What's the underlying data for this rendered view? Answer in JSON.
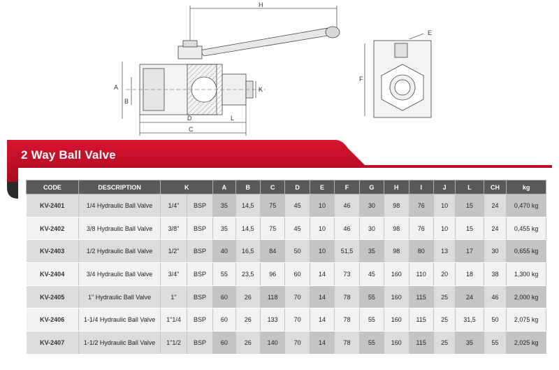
{
  "drawing": {
    "dimension_labels": {
      "H": "H",
      "A": "A",
      "B": "B",
      "D": "D",
      "C": "C",
      "L": "L",
      "K": "K",
      "E": "E",
      "F": "F"
    }
  },
  "banner": {
    "title": "2 Way Ball Valve",
    "color": "#c8102e"
  },
  "table": {
    "headers": [
      "CODE",
      "DESCRIPTION",
      "K",
      "A",
      "B",
      "C",
      "D",
      "E",
      "F",
      "G",
      "H",
      "I",
      "J",
      "L",
      "CH",
      "kg"
    ],
    "rows": [
      [
        "KV-2401",
        "1/4 Hydraulic Ball Valve",
        "1/4\"",
        "BSP",
        "35",
        "14,5",
        "75",
        "45",
        "10",
        "46",
        "30",
        "98",
        "76",
        "10",
        "15",
        "24",
        "0,470 kg"
      ],
      [
        "KV-2402",
        "3/8 Hydraulic Ball Valve",
        "3/8\"",
        "BSP",
        "35",
        "14,5",
        "75",
        "45",
        "10",
        "46",
        "30",
        "98",
        "76",
        "10",
        "15",
        "24",
        "0,455 kg"
      ],
      [
        "KV-2403",
        "1/2 Hydraulic Ball Valve",
        "1/2\"",
        "BSP",
        "40",
        "16,5",
        "84",
        "50",
        "10",
        "51,5",
        "35",
        "98",
        "80",
        "13",
        "17",
        "30",
        "0,655 kg"
      ],
      [
        "KV-2404",
        "3/4 Hydraulic Ball Valve",
        "3/4\"",
        "BSP",
        "55",
        "23,5",
        "96",
        "60",
        "14",
        "73",
        "45",
        "160",
        "110",
        "20",
        "18",
        "38",
        "1,300 kg"
      ],
      [
        "KV-2405",
        "1\" Hydraulic Ball Valve",
        "1\"",
        "BSP",
        "60",
        "26",
        "118",
        "70",
        "14",
        "78",
        "55",
        "160",
        "115",
        "25",
        "24",
        "46",
        "2,000 kg"
      ],
      [
        "KV-2406",
        "1-1/4 Hydraulic Ball Valve",
        "1\"1/4",
        "BSP",
        "60",
        "26",
        "133",
        "70",
        "14",
        "78",
        "55",
        "160",
        "115",
        "25",
        "31,5",
        "50",
        "2,075 kg"
      ],
      [
        "KV-2407",
        "1-1/2 Hydraulic Ball Valve",
        "1\"1/2",
        "BSP",
        "60",
        "26",
        "140",
        "70",
        "14",
        "78",
        "55",
        "160",
        "115",
        "25",
        "35",
        "55",
        "2,025 kg"
      ]
    ]
  }
}
